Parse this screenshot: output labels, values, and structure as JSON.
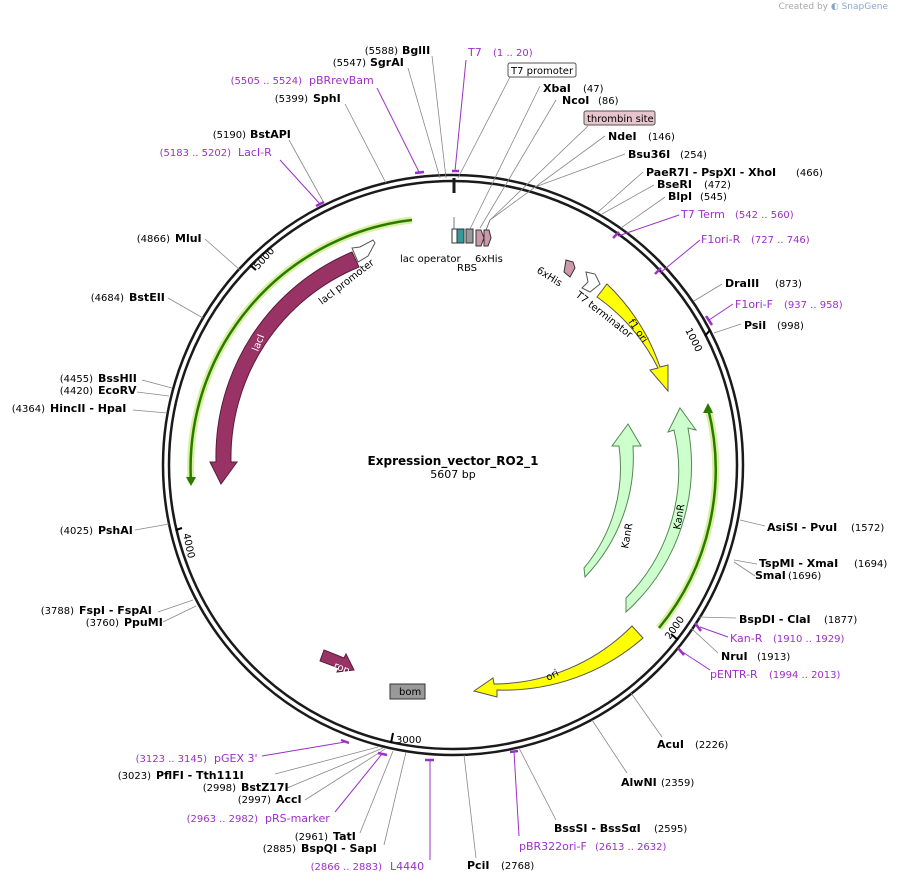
{
  "credit": {
    "prefix": "Created by",
    "brand": "SnapGene"
  },
  "plasmid": {
    "name": "Expression_vector_RO2_1",
    "size_label": "5607 bp"
  },
  "ticks": [
    "1000",
    "2000",
    "3000",
    "4000",
    "5000"
  ],
  "enzymes": [
    {
      "name": "BglII",
      "pos": "(5588)"
    },
    {
      "name": "SgrAI",
      "pos": "(5547)"
    },
    {
      "name": "SphI",
      "pos": "(5399)"
    },
    {
      "name": "BstAPI",
      "pos": "(5190)"
    },
    {
      "name": "MluI",
      "pos": "(4866)"
    },
    {
      "name": "BstEII",
      "pos": "(4684)"
    },
    {
      "name": "BssHII",
      "pos": "(4455)"
    },
    {
      "name": "EcoRV",
      "pos": "(4420)"
    },
    {
      "name": "HincII - HpaI",
      "pos": "(4364)"
    },
    {
      "name": "PshAI",
      "pos": "(4025)"
    },
    {
      "name": "FspI - FspAI",
      "pos": "(3788)"
    },
    {
      "name": "PpuMI",
      "pos": "(3760)"
    },
    {
      "name": "PflFI - Tth111I",
      "pos": "(3023)"
    },
    {
      "name": "BstZ17I",
      "pos": "(2998)"
    },
    {
      "name": "AccI",
      "pos": "(2997)"
    },
    {
      "name": "TatI",
      "pos": "(2961)"
    },
    {
      "name": "BspQI - SapI",
      "pos": "(2885)"
    },
    {
      "name": "PciI",
      "pos": "(2768)"
    },
    {
      "name": "BssSI - BssSαI",
      "pos": "(2595)"
    },
    {
      "name": "AlwNI",
      "pos": "(2359)"
    },
    {
      "name": "AcuI",
      "pos": "(2226)"
    },
    {
      "name": "NruI",
      "pos": "(1913)"
    },
    {
      "name": "BspDI - ClaI",
      "pos": "(1877)"
    },
    {
      "name": "TspMI - XmaI",
      "pos": "(1694)"
    },
    {
      "name": "SmaI",
      "pos": "(1696)"
    },
    {
      "name": "AsiSI - PvuI",
      "pos": "(1572)"
    },
    {
      "name": "PsiI",
      "pos": "(998)"
    },
    {
      "name": "DraIII",
      "pos": "(873)"
    },
    {
      "name": "BlpI",
      "pos": "(545)"
    },
    {
      "name": "BseRI",
      "pos": "(472)"
    },
    {
      "name": "PaeR7I - PspXI - XhoI",
      "pos": "(466)"
    },
    {
      "name": "Bsu36I",
      "pos": "(254)"
    },
    {
      "name": "NdeI",
      "pos": "(146)"
    },
    {
      "name": "NcoI",
      "pos": "(86)"
    },
    {
      "name": "XbaI",
      "pos": "(47)"
    }
  ],
  "primers": [
    {
      "name": "T7",
      "range": "(1 .. 20)"
    },
    {
      "name": "pBRrevBam",
      "range": "(5505 .. 5524)"
    },
    {
      "name": "LacI-R",
      "range": "(5183 .. 5202)"
    },
    {
      "name": "T7 Term",
      "range": "(542 .. 560)"
    },
    {
      "name": "F1ori-R",
      "range": "(727 .. 746)"
    },
    {
      "name": "F1ori-F",
      "range": "(937 .. 958)"
    },
    {
      "name": "Kan-R",
      "range": "(1910 .. 1929)"
    },
    {
      "name": "pENTR-R",
      "range": "(1994 .. 2013)"
    },
    {
      "name": "pBR322ori-F",
      "range": "(2613 .. 2632)"
    },
    {
      "name": "L4440",
      "range": "(2866 .. 2883)"
    },
    {
      "name": "pRS-marker",
      "range": "(2963 .. 2982)"
    },
    {
      "name": "pGEX 3'",
      "range": "(3123 .. 3145)"
    }
  ],
  "features": {
    "t7_promoter": "T7 promoter",
    "thrombin_site": "thrombin site",
    "lac_operator": "lac operator",
    "rbs": "RBS",
    "his_tag_1": "6xHis",
    "his_tag_2": "6xHis",
    "t7_terminator": "T7 terminator",
    "lacI_promoter": "lacI promoter",
    "lacI": "lacI",
    "f1_ori": "f1 ori",
    "kanR_1": "KanR",
    "kanR_2": "KanR",
    "ori": "ori",
    "rop": "rop",
    "bom": "bom"
  },
  "colors": {
    "backbone": "#1a1a1a",
    "enzyme_line": "#7f7f7f",
    "primer": "#9b30c8",
    "lacI": "#993366",
    "f1_ori": "#ffff00",
    "ori": "#ffff00",
    "kanR": "#ccffcc",
    "promoter": "#ffffff",
    "terminator": "#ffffff",
    "rbs": "#999999",
    "lac_operator": "#339999",
    "his_tag": "#cc99aa",
    "bom": "#999999",
    "thrombin_site": "#e8c4cc",
    "outer_cds_stroke": "#2a7a00",
    "outer_cds_glow": "#d8f0a0"
  }
}
